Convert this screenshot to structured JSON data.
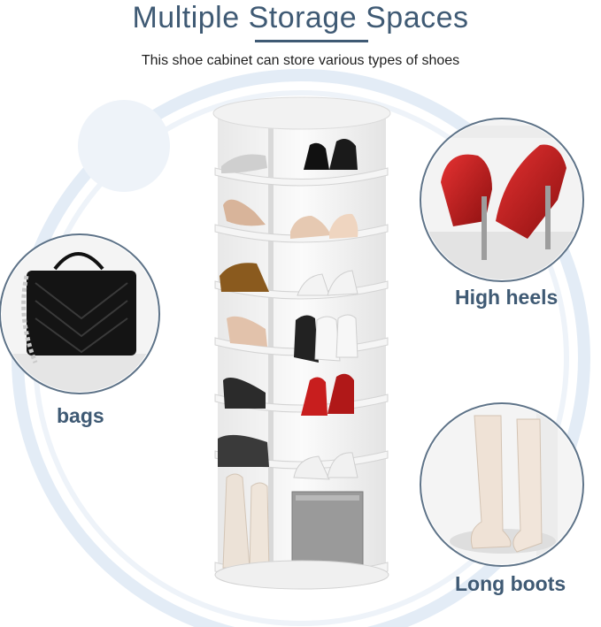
{
  "header": {
    "title": "Multiple Storage Spaces",
    "subtitle": "This shoe cabinet can store various types of shoes"
  },
  "callouts": {
    "high_heels": "High heels",
    "bags": "bags",
    "long_boots": "Long boots"
  },
  "colors": {
    "title": "#3f5a74",
    "ring": "#dbe7f3",
    "accent_heel": "#c81e1e",
    "cabinet": "#f7f7f7"
  },
  "icons": {
    "cabinet": "rotating-shoe-cabinet-illustration",
    "heels": "red-high-heel-shoes",
    "bag": "black-handbag",
    "boots": "white-long-boots"
  }
}
